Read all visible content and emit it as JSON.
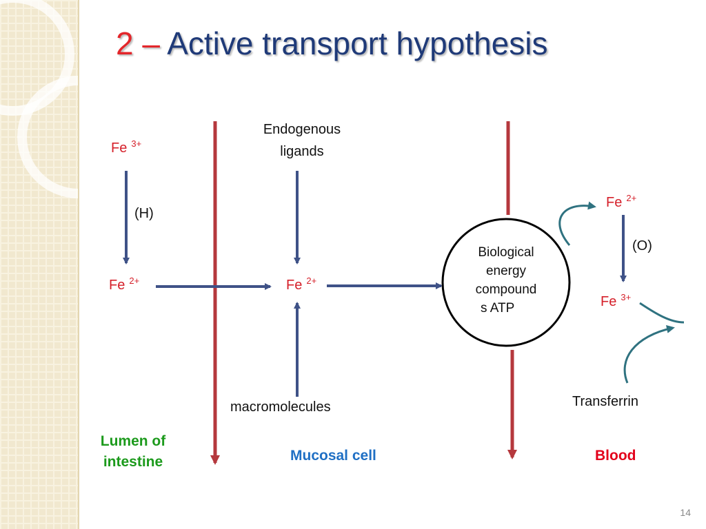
{
  "slide": {
    "title_number": "2 –",
    "title_text": "Active transport hypothesis",
    "page_number": "14"
  },
  "labels": {
    "fe3_left_base": "Fe",
    "fe3_left_sup": "3+",
    "h": "(H)",
    "fe2_left_base": "Fe",
    "fe2_left_sup": "2+",
    "endogenous_line1": "Endogenous",
    "endogenous_line2": "ligands",
    "fe2_mid_base": "Fe",
    "fe2_mid_sup": "2+",
    "macromolecules": "macromolecules",
    "circle_line1": "Biological",
    "circle_line2": "energy",
    "circle_line3": "compound",
    "circle_line4": "s ATP",
    "fe2_right_base": "Fe",
    "fe2_right_sup": "2+",
    "o": "(O)",
    "fe3_right_base": "Fe",
    "fe3_right_sup": "3+",
    "transferrin": "Transferrin",
    "lumen_line1": "Lumen of",
    "lumen_line2": "intestine",
    "mucosal": "Mucosal cell",
    "blood": "Blood"
  },
  "colors": {
    "title_number": "#e3262b",
    "title_text": "#1f3a78",
    "fe_label": "#d5202a",
    "flow_arrow": "#3f5287",
    "membrane_line": "#b5383d",
    "curved_arrow": "#2f7280",
    "lumen_text": "#1c9a1c",
    "mucosal_text": "#1f6fc4",
    "blood_text": "#e3001b"
  }
}
